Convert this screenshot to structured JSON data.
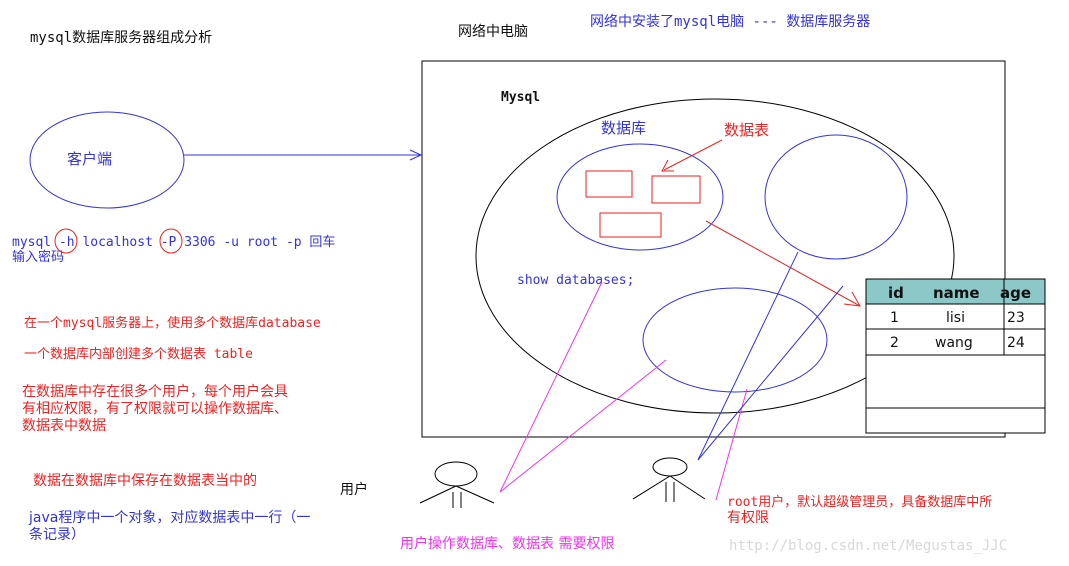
{
  "title": "mysql数据库服务器组成分析",
  "network_pc_label": "网络中电脑",
  "server_caption": "网络中安装了mysql电脑 --- 数据库服务器",
  "mysql_label": "Mysql",
  "database_label": "数据库",
  "table_label": "数据表",
  "client_label": "客户端",
  "command": {
    "parts": [
      "mysql ",
      "-h",
      " localhost ",
      "-P",
      " 3306 -u root -p 回车"
    ],
    "line2": "输入密码"
  },
  "show_databases": "show databases;",
  "notes_red": [
    "在一个mysql服务器上，使用多个数据库database",
    "一个数据库内部创建多个数据表 table",
    "在数据库中存在很多个用户，每个用户会具",
    "有相应权限，有了权限就可以操作数据库、",
    "数据表中数据",
    "数据在数据库中保存在数据表当中的"
  ],
  "user_label": "用户",
  "java_note": [
    "java程序中一个对象，对应数据表中一行（一",
    "条记录）"
  ],
  "user_permission": "用户操作数据库、数据表 需要权限",
  "root_note": [
    "root用户，默认超级管理员，具备数据库中所",
    "有权限"
  ],
  "watermark": "http://blog.csdn.net/Megustas_JJC",
  "sample_table": {
    "headers": [
      "id",
      "name",
      "age"
    ],
    "rows": [
      [
        "1",
        "lisi",
        "23"
      ],
      [
        "2",
        "wang",
        "24"
      ],
      [
        "",
        "",
        ""
      ],
      [
        "",
        "",
        ""
      ]
    ]
  },
  "colors": {
    "blue": "#3333dd",
    "red": "#ee2222",
    "magenta": "#ee33ee",
    "header_bg": "#8cc8c8",
    "text": "#111111"
  }
}
